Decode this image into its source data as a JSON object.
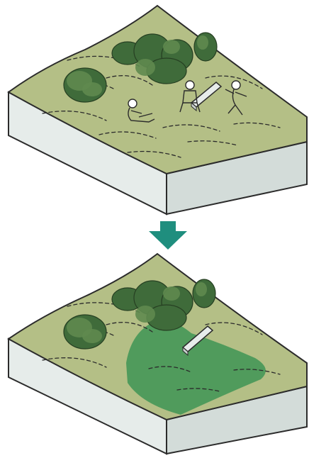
{
  "diagram": {
    "panels": [
      {
        "id": "before",
        "elements": [
          "grass-ground",
          "hedge-shrub",
          "tree-cluster",
          "bench",
          "seated-person",
          "reclining-person",
          "running-person"
        ]
      },
      {
        "id": "after",
        "elements": [
          "grass-ground",
          "hedge-shrub",
          "tree-cluster",
          "bench",
          "green-shaded-zone"
        ]
      }
    ],
    "transition": "down-arrow-icon"
  },
  "colors": {
    "grass": "#b4bf86",
    "soil_side": "#e6ecea",
    "soil_front": "#d3dcd9",
    "outline": "#2b2b2b",
    "tree_dark": "#3f6b3a",
    "tree_mid": "#5f8a4f",
    "arrow": "#1f8e7e",
    "zone": "#2f8f4e"
  }
}
